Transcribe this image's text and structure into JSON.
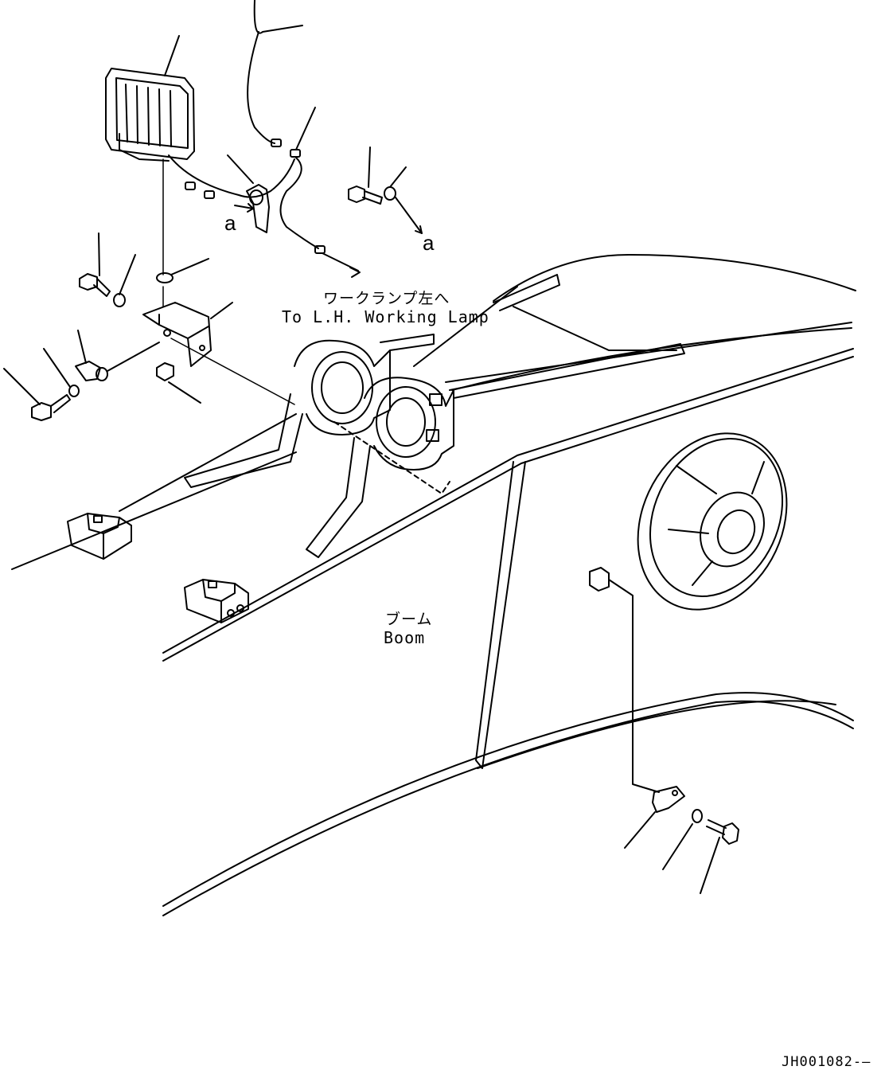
{
  "labels": {
    "to_lh_lamp_jp": "ワークランプ左へ",
    "to_lh_lamp_en": "To L.H. Working Lamp",
    "boom_jp": "ブーム",
    "boom_en": "Boom",
    "ref_a": "a",
    "drawing_code": "JH001082-—"
  },
  "colors": {
    "line": "#000000",
    "background": "#ffffff"
  }
}
